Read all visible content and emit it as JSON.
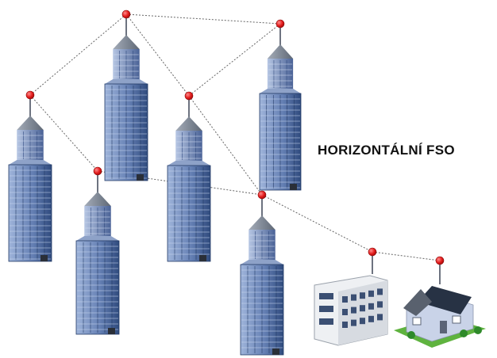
{
  "diagram": {
    "title": "HORIZONTÁLNÍ FSO",
    "colors": {
      "node": "#e31b1b",
      "link": "#666666",
      "tower_light": "#8ea6cf",
      "tower_dark": "#2e4b7e",
      "window": "#c7d6ef",
      "roof": "#7b8593",
      "grass": "#5fb33f",
      "solar": "#273244"
    },
    "nodes": [
      {
        "id": "n1"
      },
      {
        "id": "n2"
      },
      {
        "id": "n3"
      },
      {
        "id": "n4"
      },
      {
        "id": "n5"
      },
      {
        "id": "n6"
      },
      {
        "id": "n7"
      },
      {
        "id": "n8"
      },
      {
        "id": "n9"
      }
    ],
    "links": [
      {
        "from": "n1",
        "to": "n2"
      },
      {
        "from": "n1",
        "to": "n3"
      },
      {
        "from": "n2",
        "to": "n4"
      },
      {
        "from": "n2",
        "to": "n5"
      },
      {
        "from": "n3",
        "to": "n5"
      },
      {
        "from": "n3",
        "to": "n6"
      },
      {
        "from": "n5",
        "to": "n7"
      },
      {
        "from": "n6",
        "to": "n7"
      },
      {
        "from": "n7",
        "to": "n8"
      },
      {
        "from": "n8",
        "to": "n9"
      }
    ],
    "buildings": [
      {
        "kind": "skyscraper",
        "node": "n1"
      },
      {
        "kind": "skyscraper",
        "node": "n2"
      },
      {
        "kind": "skyscraper",
        "node": "n3"
      },
      {
        "kind": "skyscraper",
        "node": "n4"
      },
      {
        "kind": "skyscraper",
        "node": "n5"
      },
      {
        "kind": "skyscraper",
        "node": "n6"
      },
      {
        "kind": "skyscraper",
        "node": "n7"
      },
      {
        "kind": "office-building",
        "node": "n8"
      },
      {
        "kind": "house",
        "node": "n9"
      }
    ]
  }
}
